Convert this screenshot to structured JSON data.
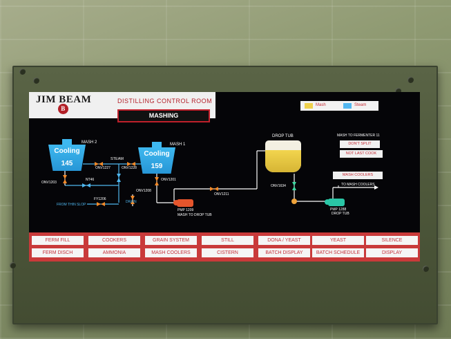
{
  "header": {
    "logo_text": "JIM BEAM",
    "room_title": "DISTILLING CONTROL ROOM",
    "mode": "MASHING"
  },
  "legend": {
    "mash_label": "Mash",
    "steam_label": "Steam",
    "mash_color": "#efd14c",
    "steam_color": "#52b7f0"
  },
  "cookers": [
    {
      "title": "MASH 2",
      "state": "Cooling",
      "temp": "145"
    },
    {
      "title": "MASH 1",
      "state": "Cooling",
      "temp": "159"
    }
  ],
  "labels": {
    "steam": "STEAM",
    "onv1227": "ONV1227",
    "onv1228": "ONV1228",
    "onv1203": "ONV1203",
    "nt46": "NT46",
    "onv1208": "ONV1208",
    "onv1201": "ONV1201",
    "fy1206": "FY1206",
    "from_thin_slop": "FROM THIN SLOP",
    "drain": "DRAIN",
    "onv1211": "ONV1211",
    "pmp1209": "PMP 1209",
    "mash_to_drop_tub": "MASH TO DROP TUB",
    "drop_tub": "DROP TUB",
    "onv1634": "ONV1634",
    "pmp1288": "PMP 1288",
    "drop_tub_small": "DROP TUB",
    "to_mash_coolers": "TO MASH COOLERS",
    "mash_to_fermenter": "MASH TO FERMENTER 11"
  },
  "drop_tub_level": 0.7,
  "side_buttons": {
    "dont_split": "DON'T SPLIT",
    "not_last_cook": "NOT LAST COOK",
    "mash_coolers": "MASH COOLERS"
  },
  "nav_buttons": {
    "row1": [
      "FERM FILL",
      "COOKERS",
      "GRAIN SYSTEM",
      "STILL",
      "DONA / YEAST",
      "YEAST",
      "SILENCE"
    ],
    "row2": [
      "FERM DISCH",
      "AMMONIA",
      "MASH COOLERS",
      "CISTERN",
      "BATCH DISPLAY",
      "BATCH SCHEDULE",
      "DISPLAY"
    ]
  }
}
